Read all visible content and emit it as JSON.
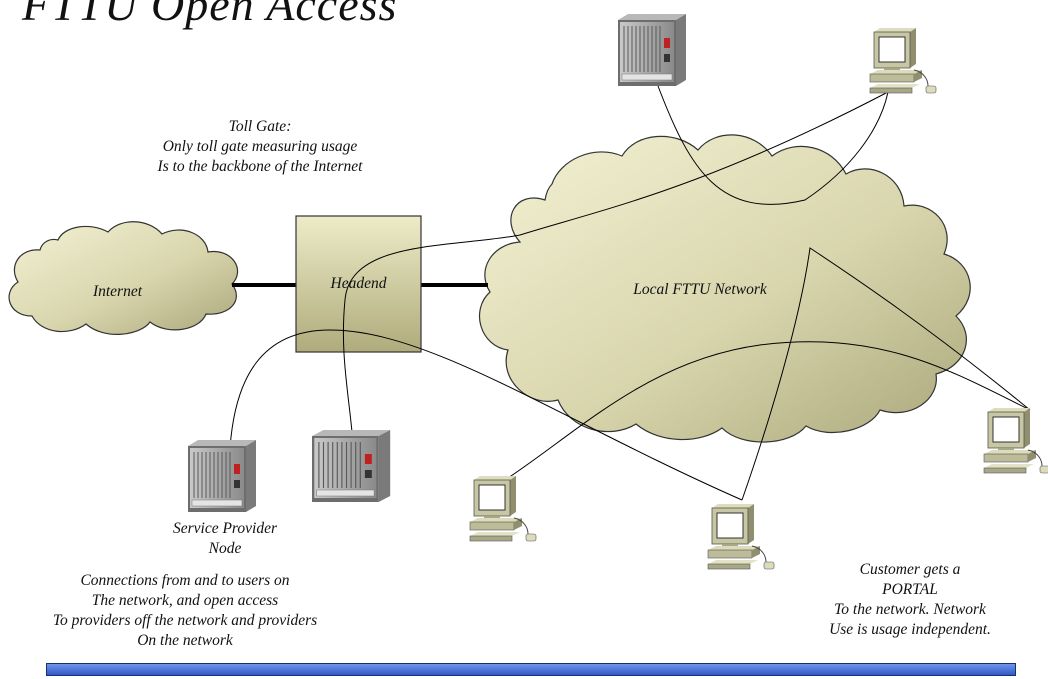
{
  "title": "FTTU Open Access",
  "clouds": {
    "internet_label": "Internet",
    "local_label": "Local FTTU Network"
  },
  "headend_label": "Headend",
  "toll_gate_lines": [
    "Toll Gate:",
    "Only toll gate measuring usage",
    "Is to the backbone of the Internet"
  ],
  "service_provider_lines": [
    "Service Provider",
    "Node"
  ],
  "connections_lines": [
    "Connections from and to users on",
    "The network, and open access",
    "To providers off the network and providers",
    "On the network"
  ],
  "customer_portal_lines": [
    "Customer gets a",
    "PORTAL",
    "To the network. Network",
    "Use is usage independent."
  ],
  "colors": {
    "cloud_fill_light": "#f1f0cf",
    "cloud_fill_dark": "#b9b58a",
    "headend_fill_light": "#ecebc6",
    "headend_fill_dark": "#b1ac7e",
    "footer_bar": "#3a62d0"
  },
  "icons": [
    "server-rack-icon",
    "computer-terminal-icon"
  ]
}
